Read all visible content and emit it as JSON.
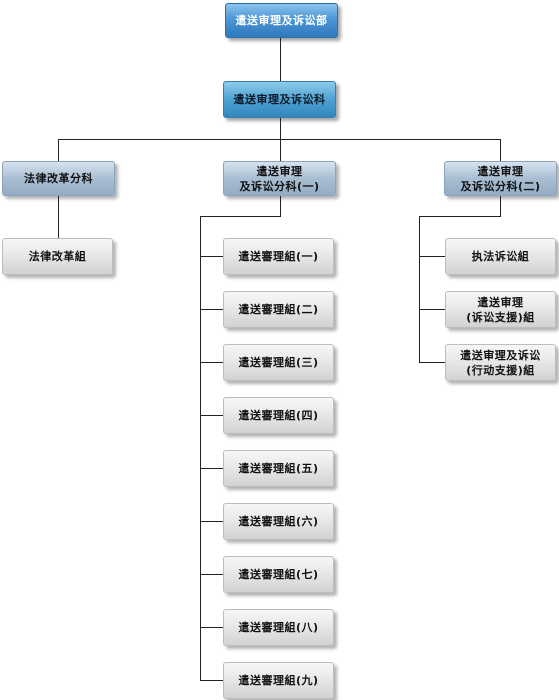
{
  "org": {
    "top": "遣送审理及诉讼部",
    "section": "遣送审理及诉讼科",
    "divisions": [
      {
        "label": "法律改革分科",
        "units": [
          "法律改革組"
        ]
      },
      {
        "label": "遣送审理\n及诉讼分科(一)",
        "units": [
          "遣送審理組(一)",
          "遣送審理組(二)",
          "遣送審理組(三)",
          "遣送審理組(四)",
          "遣送審理組(五)",
          "遣送審理組(六)",
          "遣送審理組(七)",
          "遣送審理組(八)",
          "遣送審理組(九)"
        ]
      },
      {
        "label": "遣送审理\n及诉讼分科(二)",
        "units": [
          "执法诉讼組",
          "遣送审理\n(诉讼支援)組",
          "遣送审理及诉讼\n(行动支援)組"
        ]
      }
    ]
  },
  "colors": {
    "top": "#3a84c8",
    "section": "#3f93c9",
    "division": "#a9bed2",
    "unit": "#e3e3e3",
    "connector": "#222222"
  }
}
